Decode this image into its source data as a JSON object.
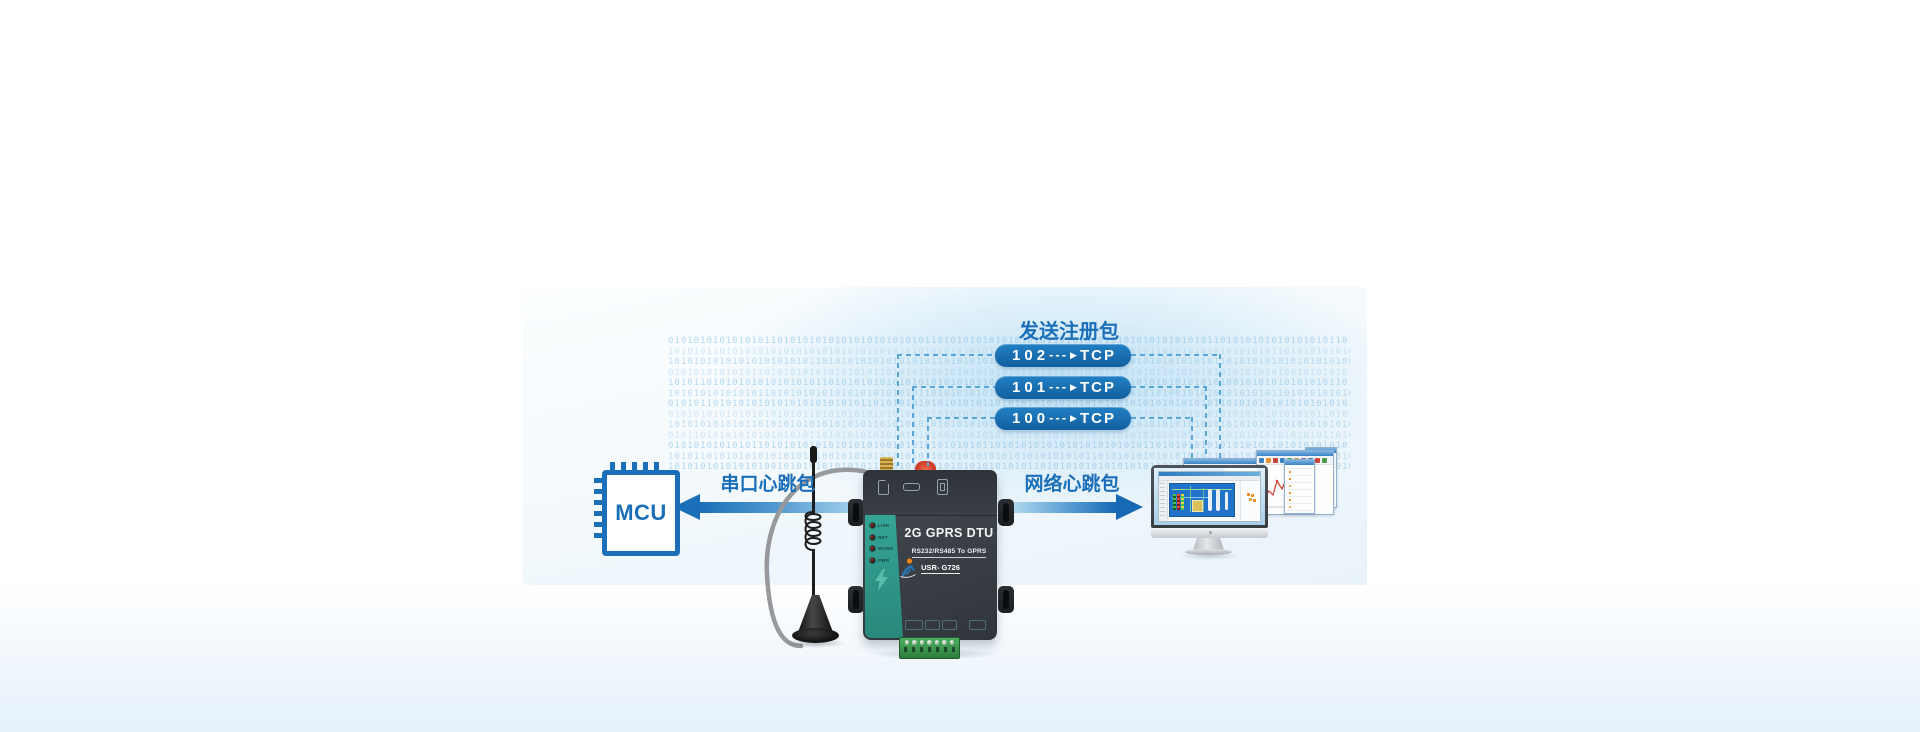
{
  "labels": {
    "registration_title": "发送注册包",
    "serial_heartbeat": "串口心跳包",
    "network_heartbeat": "网络心跳包"
  },
  "mcu": {
    "label": "MCU"
  },
  "packets": {
    "dashes": "---",
    "arrow_glyph": "▶",
    "items": [
      {
        "num": "102",
        "proto": "TCP"
      },
      {
        "num": "101",
        "proto": "TCP"
      },
      {
        "num": "100",
        "proto": "TCP"
      }
    ]
  },
  "device": {
    "title": "2G GPRS DTU",
    "subtitle": "RS232/RS485 To GPRS",
    "model": "USR- G726",
    "leds": [
      {
        "label": "LINK"
      },
      {
        "label": "NET"
      },
      {
        "label": "WORK"
      },
      {
        "label": "PWR"
      }
    ]
  },
  "background": {
    "binary_pattern": "0101010101010101101010101010101010101010110101010101010101011010101010101010101010101101010101010101010110101010101010101010"
  },
  "colors": {
    "accent_blue": "#1b6fb8",
    "pill_blue": "#1568ad",
    "dash_blue": "#59a6d9",
    "device_teal": "#2f9e90",
    "terminal_green": "#3aa352",
    "binary_blue": "#9ccbe8"
  },
  "windows": {
    "toolbar_colors": [
      "#3b82c4",
      "#e8912d",
      "#cc4437",
      "#3b82c4",
      "#4b9e45",
      "#e8912d",
      "#8e62b5",
      "#3b82c4",
      "#cc4437",
      "#4b9e45"
    ]
  }
}
